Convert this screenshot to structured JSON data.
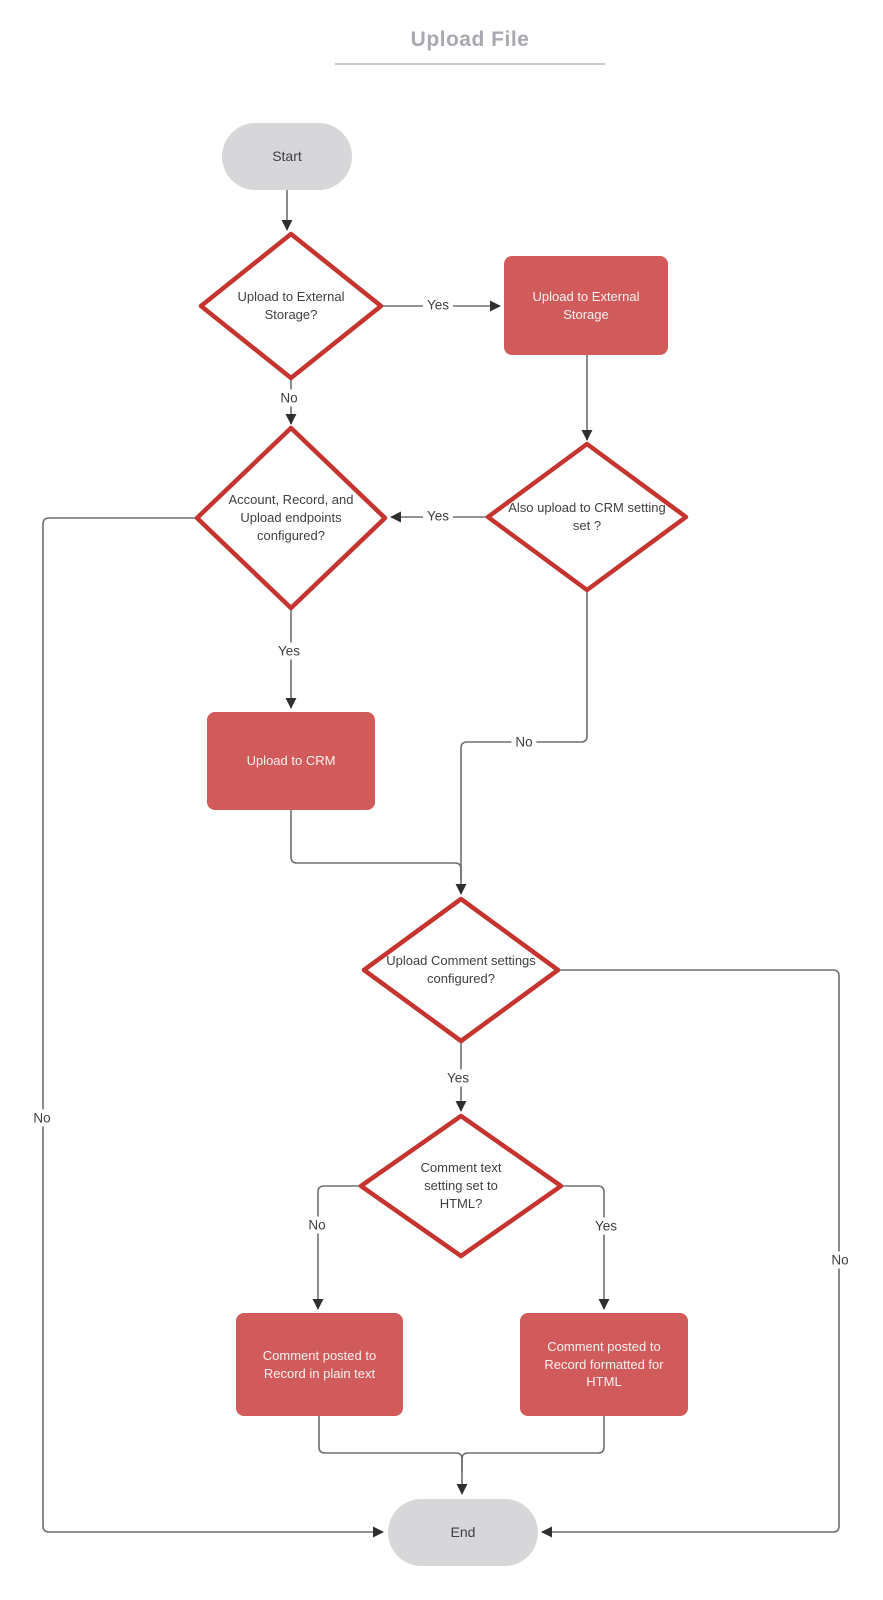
{
  "title": "Upload File",
  "colors": {
    "process_fill": "#d15b5b",
    "process_text": "#faf0f0",
    "decision_border": "#c5342e",
    "terminator_fill": "#d7d7d9",
    "node_text": "#3d3f42",
    "connector": "#707070",
    "arrowhead": "#2f2f2f",
    "title_text": "#a9a9b0",
    "title_rule": "#c9c9ce"
  },
  "nodes": {
    "start": {
      "type": "terminator",
      "label": "Start"
    },
    "decision_external": {
      "type": "decision",
      "label": "Upload to External Storage?"
    },
    "process_external": {
      "type": "process",
      "label": "Upload to External Storage"
    },
    "decision_also_crm": {
      "type": "decision",
      "label": "Also upload to CRM setting set ?"
    },
    "decision_endpoints": {
      "type": "decision",
      "label": "Account, Record, and Upload endpoints configured?"
    },
    "process_crm": {
      "type": "process",
      "label": "Upload to CRM"
    },
    "decision_comment_settings": {
      "type": "decision",
      "label": "Upload Comment settings configured?"
    },
    "decision_comment_html": {
      "type": "decision",
      "label": "Comment text setting set to HTML?"
    },
    "process_plain_text": {
      "type": "process",
      "label": "Comment posted to Record in plain text"
    },
    "process_html": {
      "type": "process",
      "label": "Comment posted to Record formatted for HTML"
    },
    "end": {
      "type": "terminator",
      "label": "End"
    }
  },
  "edge_labels": {
    "external_yes": "Yes",
    "external_no": "No",
    "also_crm_yes": "Yes",
    "also_crm_no": "No",
    "endpoints_yes": "Yes",
    "endpoints_no": "No",
    "comment_settings_yes": "Yes",
    "comment_settings_no": "No",
    "html_no": "No",
    "html_yes": "Yes"
  }
}
